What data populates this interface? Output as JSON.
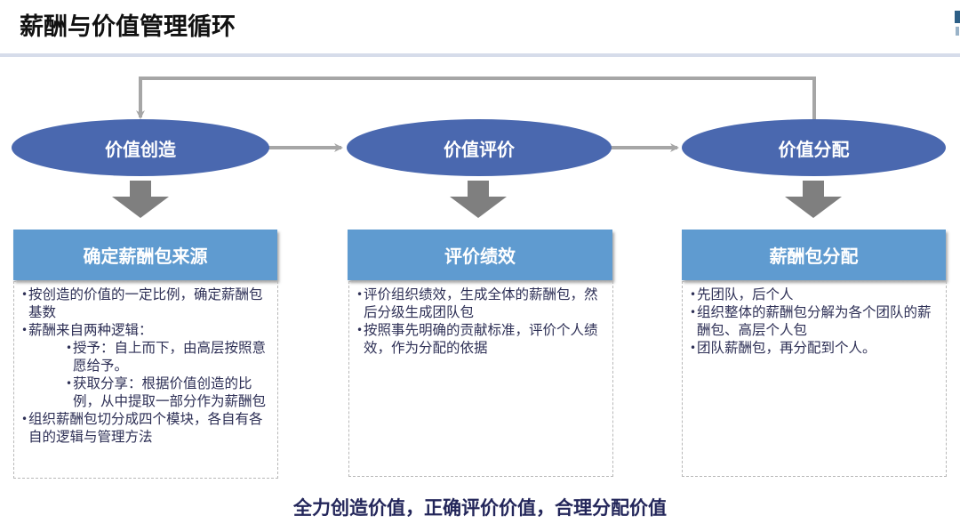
{
  "page": {
    "title": "薪酬与价值管理循环",
    "tagline": "全力创造价值，正确评价价值，合理分配价值"
  },
  "stages": [
    {
      "label": "价值创造"
    },
    {
      "label": "价值评价"
    },
    {
      "label": "价值分配"
    }
  ],
  "cards": [
    {
      "heading": "确定薪酬包来源",
      "items": [
        {
          "text": "按创造的价值的一定比例，确定薪酬包基数",
          "level": 1
        },
        {
          "text": "薪酬来自两种逻辑：",
          "level": 1
        },
        {
          "text": "授予：自上而下，由高层按照意愿给予。",
          "level": 2
        },
        {
          "text": "获取分享：根据价值创造的比例，从中提取一部分作为薪酬包",
          "level": 2
        },
        {
          "text": "组织薪酬包切分成四个模块，各自有各自的逻辑与管理方法",
          "level": 1
        }
      ]
    },
    {
      "heading": "评价绩效",
      "items": [
        {
          "text": "评价组织绩效，生成全体的薪酬包，然后分级生成团队包",
          "level": 1
        },
        {
          "text": "按照事先明确的贡献标准，评价个人绩效，作为分配的依据",
          "level": 1
        }
      ]
    },
    {
      "heading": "薪酬包分配",
      "items": [
        {
          "text": "先团队，后个人",
          "level": 1
        },
        {
          "text": "组织整体的薪酬包分解为各个团队的薪酬包、高层个人包",
          "level": 1
        },
        {
          "text": "团队薪酬包，再分配到个人。",
          "level": 1
        }
      ]
    }
  ],
  "colors": {
    "stage_fill": "#4a68af",
    "card_header": "#5f9bd0",
    "connector": "#a6a6a6",
    "down_arrow": "#7f7f7f",
    "body_text": "#2d2f55",
    "tagline_text": "#23265a"
  }
}
